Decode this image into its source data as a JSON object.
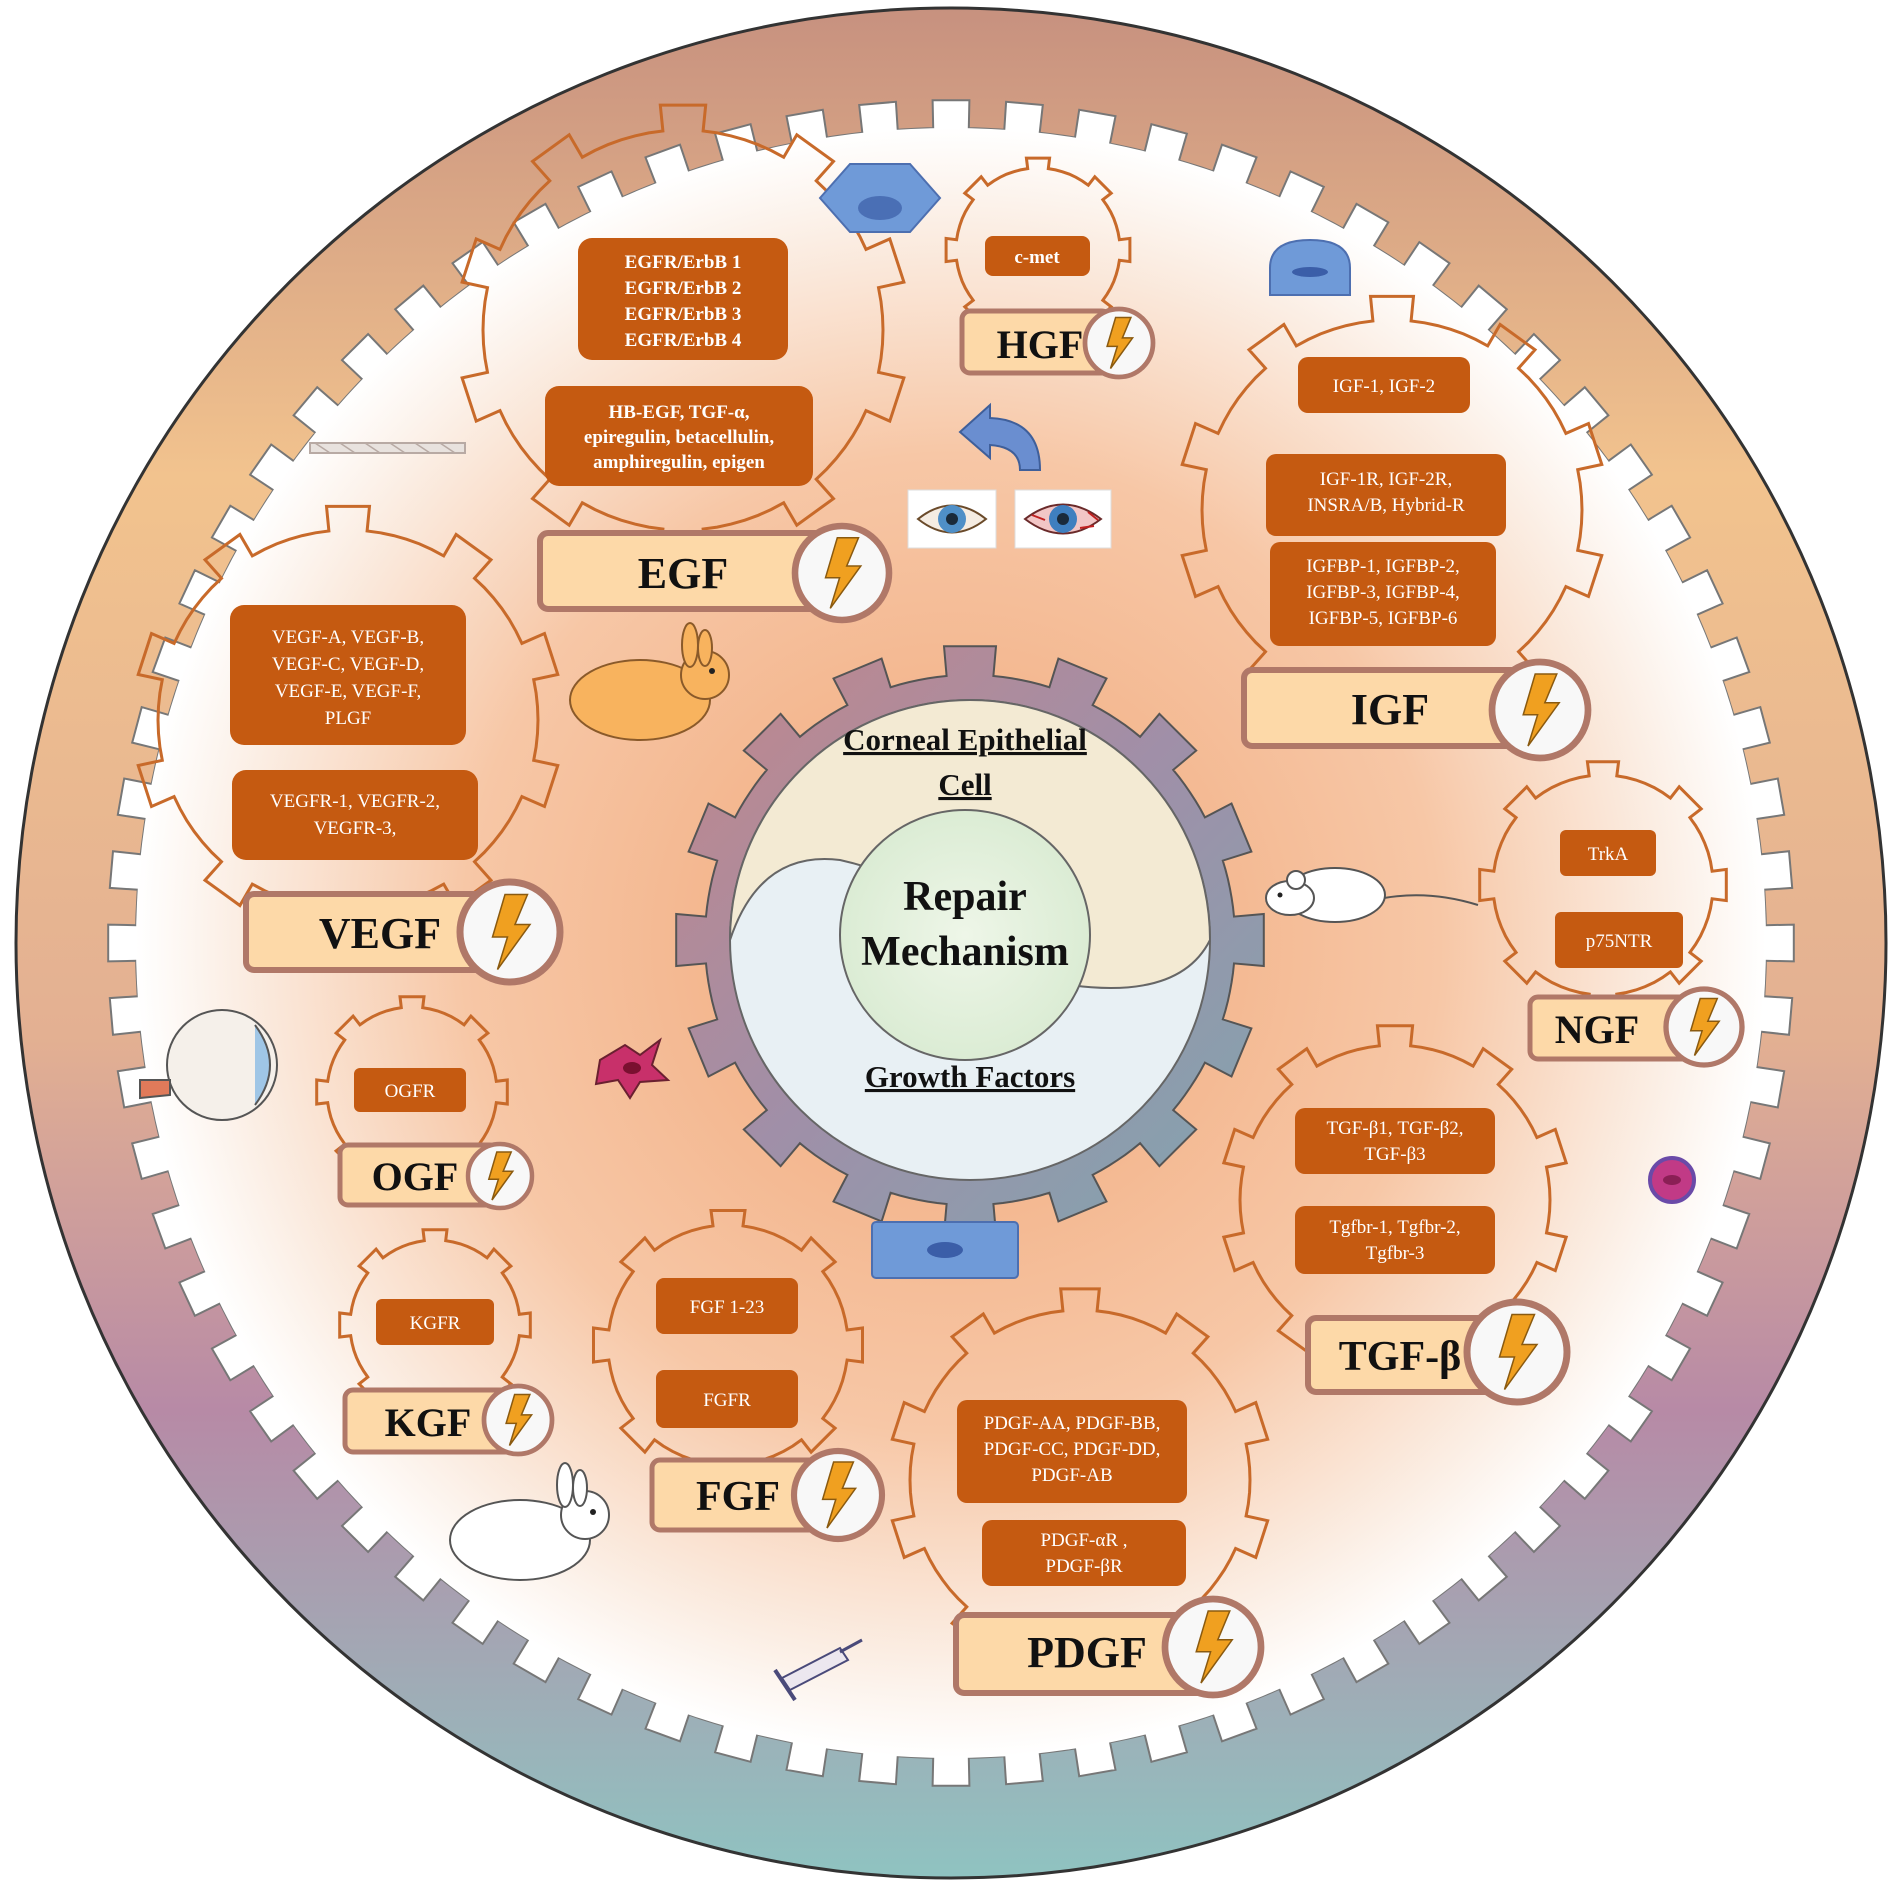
{
  "center": {
    "top_lines": [
      "Corneal Epithelial",
      "Cell"
    ],
    "middle_lines": [
      "Repair",
      "Mechanism"
    ],
    "bottom": "Growth Factors"
  },
  "factors": {
    "EGF": {
      "name": "EGF",
      "receptors": [
        "EGFR/ErbB 1",
        "EGFR/ErbB 2",
        "EGFR/ErbB 3",
        "EGFR/ErbB 4"
      ],
      "ligands": [
        "HB-EGF, TGF-α,",
        "epiregulin, betacellulin,",
        "amphiregulin, epigen"
      ]
    },
    "HGF": {
      "name": "HGF",
      "receptors": [
        "c-met"
      ]
    },
    "IGF": {
      "name": "IGF",
      "ligands": [
        "IGF-1, IGF-2"
      ],
      "receptors": [
        "IGF-1R, IGF-2R,",
        "INSRA/B, Hybrid-R"
      ],
      "binding_proteins": [
        "IGFBP-1, IGFBP-2,",
        "IGFBP-3, IGFBP-4,",
        "IGFBP-5, IGFBP-6"
      ]
    },
    "VEGF": {
      "name": "VEGF",
      "ligands": [
        "VEGF-A, VEGF-B,",
        "VEGF-C, VEGF-D,",
        "VEGF-E, VEGF-F,",
        "PLGF"
      ],
      "receptors": [
        "VEGFR-1, VEGFR-2,",
        "VEGFR-3,"
      ]
    },
    "NGF": {
      "name": "NGF",
      "receptors": [
        "TrkA",
        "p75NTR"
      ]
    },
    "OGF": {
      "name": "OGF",
      "receptors": [
        "OGFR"
      ]
    },
    "KGF": {
      "name": "KGF",
      "receptors": [
        "KGFR"
      ]
    },
    "FGF": {
      "name": "FGF",
      "ligands": [
        "FGF 1-23"
      ],
      "receptors": [
        "FGFR"
      ]
    },
    "TGFB": {
      "name": "TGF-β",
      "ligands": [
        "TGF-β1, TGF-β2,",
        "TGF-β3"
      ],
      "receptors": [
        "Tgfbr-1, Tgfbr-2,",
        "Tgfbr-3"
      ]
    },
    "PDGF": {
      "name": "PDGF",
      "ligands": [
        "PDGF-AA, PDGF-BB,",
        "PDGF-CC, PDGF-DD,",
        "PDGF-AB"
      ],
      "receptors": [
        "PDGF-αR ,",
        "PDGF-βR"
      ]
    }
  },
  "icons": [
    "rabbit-icon",
    "mouse-icon",
    "eye-anatomy-icon",
    "healthy-eye-icon",
    "injured-eye-icon",
    "syringe-icon",
    "epithelial-cell-icon",
    "dendritic-cell-icon",
    "lightning-bolt-icon"
  ],
  "colors": {
    "label_box": "#c55a11",
    "gear_outline": "#c86a2a",
    "name_tab": "#fdd9a8",
    "name_tab_border": "#b07868",
    "lightning": "#f0a020"
  }
}
